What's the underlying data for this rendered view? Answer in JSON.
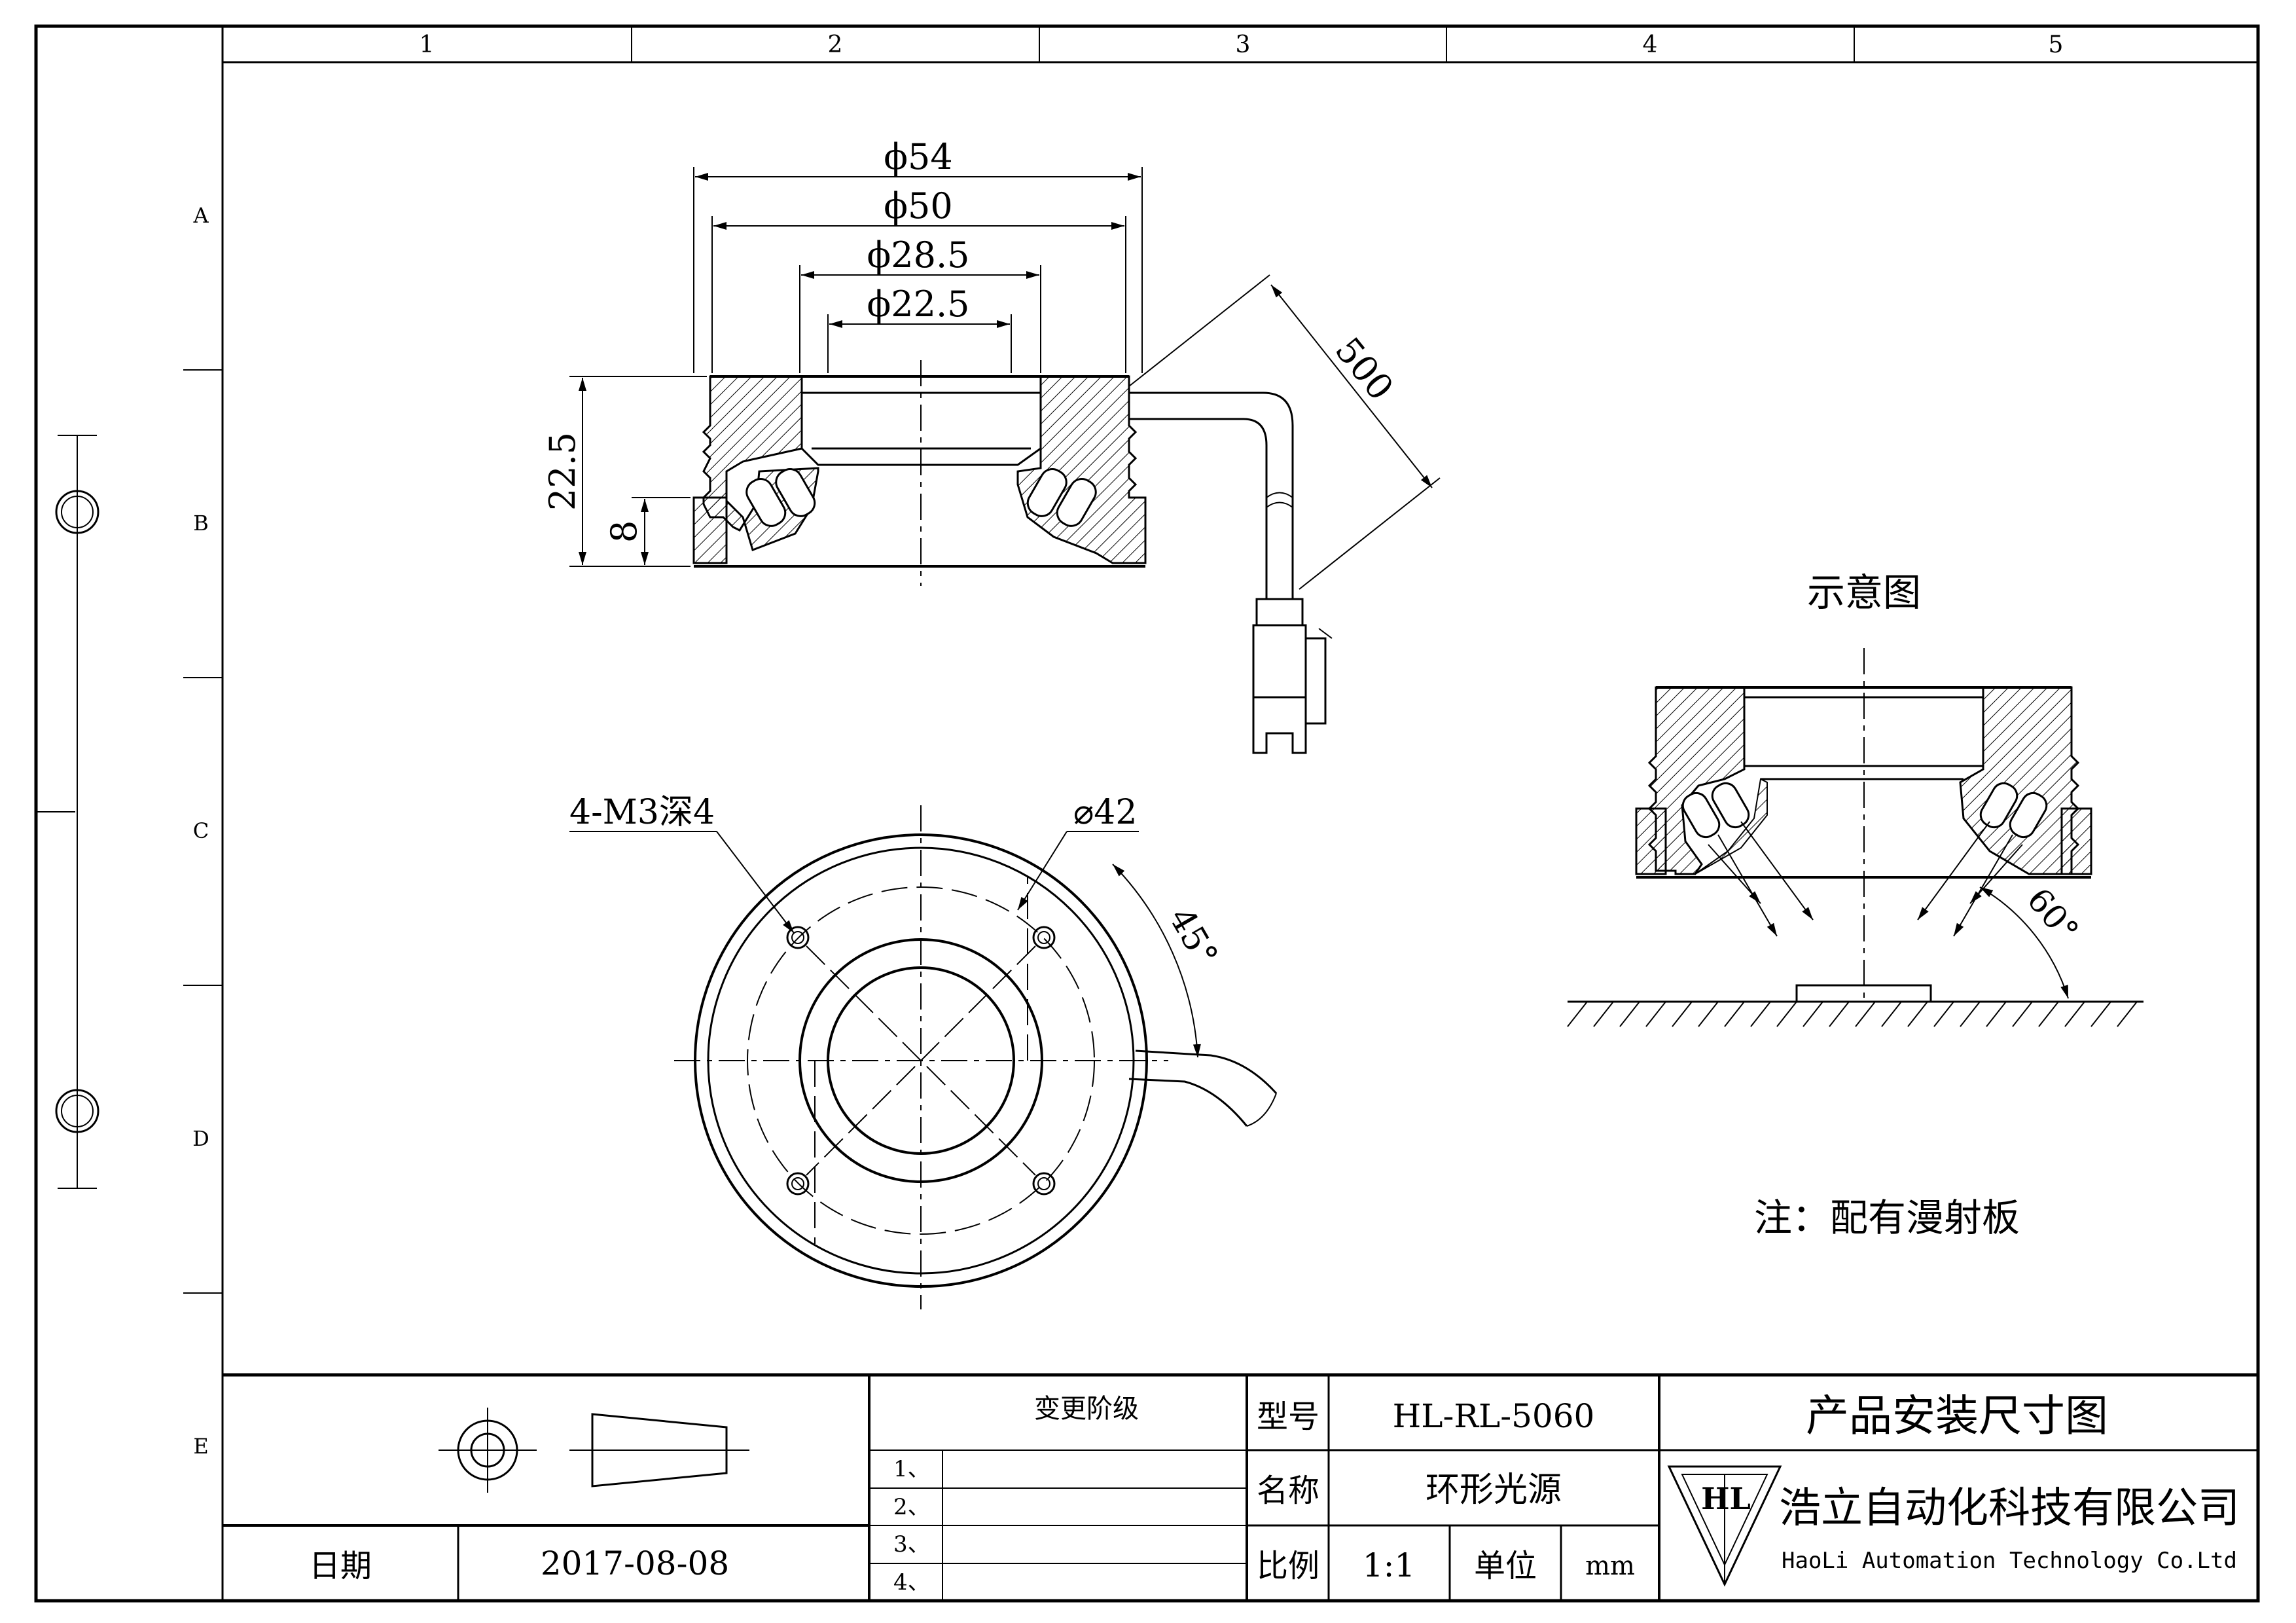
{
  "frame": {
    "columns": [
      "1",
      "2",
      "3",
      "4",
      "5"
    ],
    "rows": [
      "A",
      "B",
      "C",
      "D",
      "E"
    ]
  },
  "side_view": {
    "dims": {
      "d54": "ϕ54",
      "d50": "ϕ50",
      "d28_5": "ϕ28.5",
      "d22_5": "ϕ22.5",
      "height": "22.5",
      "height_small": "8",
      "cable": "500"
    }
  },
  "top_view": {
    "hole_callout": "4-M3深4",
    "bolt_circle": "⌀42",
    "angle": "45°"
  },
  "schematic": {
    "title": "示意图",
    "angle": "60°",
    "note": "注：配有漫射板"
  },
  "title_block": {
    "change_level_label": "变更阶级",
    "change_rows": [
      "1、",
      "2、",
      "3、",
      "4、"
    ],
    "date_label": "日期",
    "date_value": "2017-08-08",
    "model_label": "型号",
    "model_value": "HL-RL-5060",
    "name_label": "名称",
    "name_value": "环形光源",
    "scale_label": "比例",
    "scale_value": "1:1",
    "unit_label": "单位",
    "unit_value": "mm",
    "drawing_title": "产品安装尺寸图",
    "company_cn": "浩立自动化科技有限公司",
    "company_en": "HaoLi Automation Technology Co.Ltd",
    "logo_text": "HL"
  }
}
